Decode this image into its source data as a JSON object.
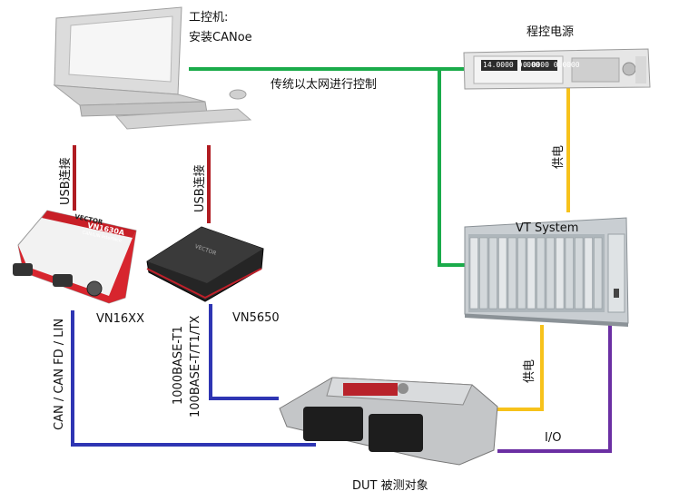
{
  "colors": {
    "ethernet": "#1aab4a",
    "usb": "#b01c22",
    "bus": "#2e35b3",
    "power": "#f7c21b",
    "io": "#6b2fa3"
  },
  "nodes": {
    "pc": {
      "label_line1": "工控机:",
      "label_line2": "安装CANoe",
      "icon": "desktop-computer-icon"
    },
    "power_supply": {
      "label": "程控电源",
      "display_left": "14.0000 0.000",
      "display_right": "0.0000 0.0000"
    },
    "vt_system": {
      "label": "VT System"
    },
    "vn16xx": {
      "label": "VN16XX",
      "brand": "VECTOR",
      "model": "VN1630A",
      "subtitle": "CAN/LIN Interface"
    },
    "vn5650": {
      "label": "VN5650",
      "brand": "VECTOR"
    },
    "dut": {
      "label": "DUT 被测对象"
    }
  },
  "links": {
    "ethernet": "传统以太网进行控制",
    "usb_left": "USB连接",
    "usb_right": "USB连接",
    "bus_can": "CAN / CAN FD / LIN",
    "bus_eth_line1": "1000BASE-T1",
    "bus_eth_line2": "100BASE-T/T1/TX",
    "power_top": "供电",
    "power_bottom": "供电",
    "io": "I/O"
  }
}
